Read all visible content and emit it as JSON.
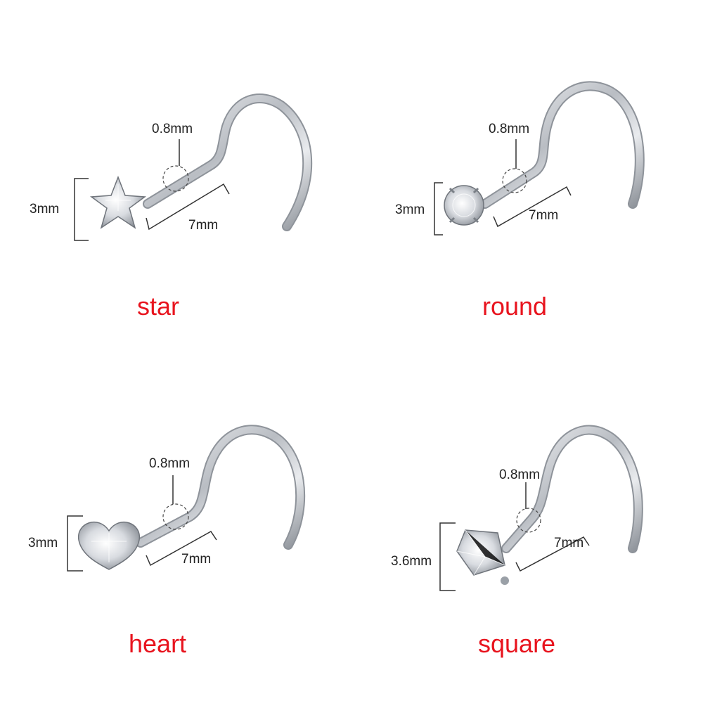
{
  "colors": {
    "label": "#e8141e",
    "metal": "#c9ccd1",
    "text": "#222222"
  },
  "panels": [
    {
      "id": "star",
      "shape_label": "star",
      "gauge": "0.8mm",
      "height": "3mm",
      "length": "7mm"
    },
    {
      "id": "round",
      "shape_label": "round",
      "gauge": "0.8mm",
      "height": "3mm",
      "length": "7mm"
    },
    {
      "id": "heart",
      "shape_label": "heart",
      "gauge": "0.8mm",
      "height": "3mm",
      "length": "7mm"
    },
    {
      "id": "square",
      "shape_label": "square",
      "gauge": "0.8mm",
      "height": "3.6mm",
      "length": "7mm"
    }
  ]
}
